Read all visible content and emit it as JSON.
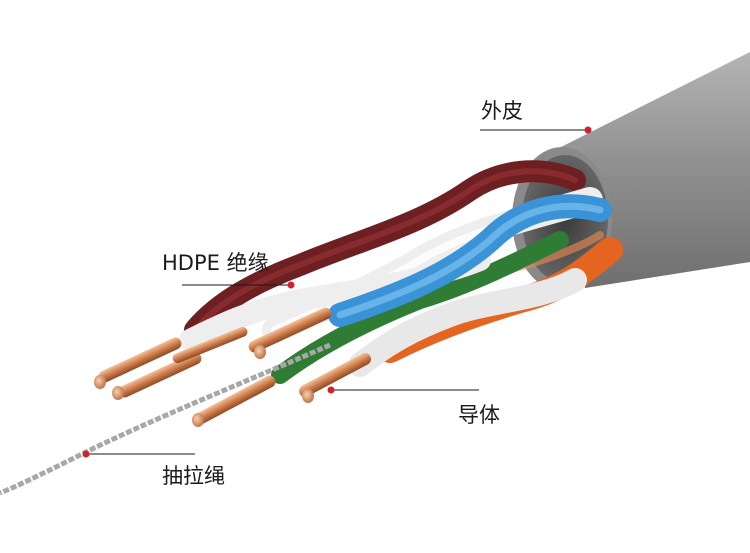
{
  "labels": {
    "jacket": "外皮",
    "insulation": "HDPE 绝缘",
    "conductor": "导体",
    "ripcord": "抽拉绳"
  },
  "colors": {
    "jacket": "#8e8e8e",
    "marker_dot": "#d3202a",
    "copper": "#c8764a",
    "pair_brown": "#6e1f22",
    "pair_blue": "#3a93d6",
    "pair_orange": "#e5641f",
    "pair_green": "#2f7d35",
    "insulation_white": "#eeeeee"
  }
}
